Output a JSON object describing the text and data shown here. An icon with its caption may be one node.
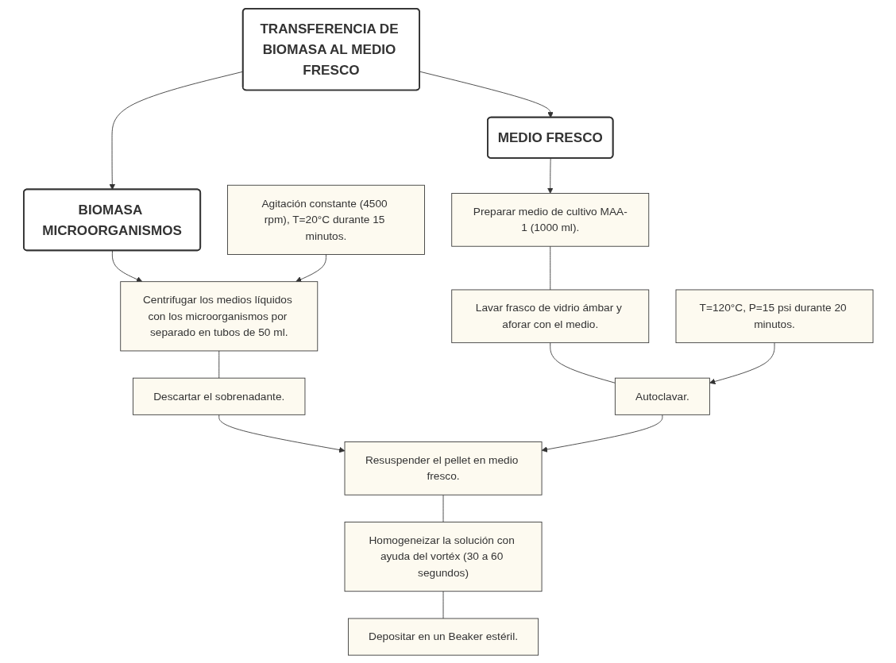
{
  "diagram": {
    "nodes": [
      {
        "text": [
          "TRANSFERENCIA DE BIOMASA AL MEDIO FRESCO"
        ]
      },
      {
        "text": [
          "BIOMASA MICROORGANISMOS"
        ]
      },
      {
        "text": [
          "MEDIO FRESCO"
        ]
      },
      {
        "text": [
          "Agitación constante (4500 rpm), T=20°C durante 15 minutos."
        ]
      },
      {
        "text": [
          "Centrifugar los medios líquidos con los microorganismos por separado en tubos de 50 ml."
        ]
      },
      {
        "text": [
          "Preparar medio de cultivo MAA-1 (1000 ml)."
        ]
      },
      {
        "text": [
          "Lavar frasco de vidrio ámbar y aforar con el medio."
        ]
      },
      {
        "text": [
          "Descartar el sobrenadante."
        ]
      },
      {
        "text": [
          "Resuspender el pellet en medio fresco."
        ]
      },
      {
        "text": [
          "Autoclavar."
        ]
      },
      {
        "text": [
          "T=120°C, P=15 psi durante 20 minutos."
        ]
      },
      {
        "text": [
          "Homogeneizar la solución con ayuda del vortéx (30 a 60 segundos)"
        ]
      },
      {
        "text": [
          "Depositar en un Beaker estéril."
        ]
      }
    ],
    "edges": [
      {
        "from": 0,
        "to": 1,
        "arrow": "to"
      },
      {
        "from": 0,
        "to": 2,
        "arrow": "to"
      },
      {
        "from": 1,
        "to": 4,
        "arrow": "to"
      },
      {
        "from": 3,
        "to": 4,
        "arrow": "to"
      },
      {
        "from": 4,
        "to": 7,
        "arrow": "none"
      },
      {
        "from": 7,
        "to": 8,
        "arrow": "to"
      },
      {
        "from": 2,
        "to": 5,
        "arrow": "to"
      },
      {
        "from": 5,
        "to": 6,
        "arrow": "none"
      },
      {
        "from": 6,
        "to": 9,
        "arrow": "none"
      },
      {
        "from": 9,
        "to": 8,
        "arrow": "to"
      },
      {
        "from": 10,
        "to": 9,
        "arrow": "to"
      },
      {
        "from": 8,
        "to": 11,
        "arrow": "none"
      },
      {
        "from": 11,
        "to": 12,
        "arrow": "none"
      }
    ]
  }
}
